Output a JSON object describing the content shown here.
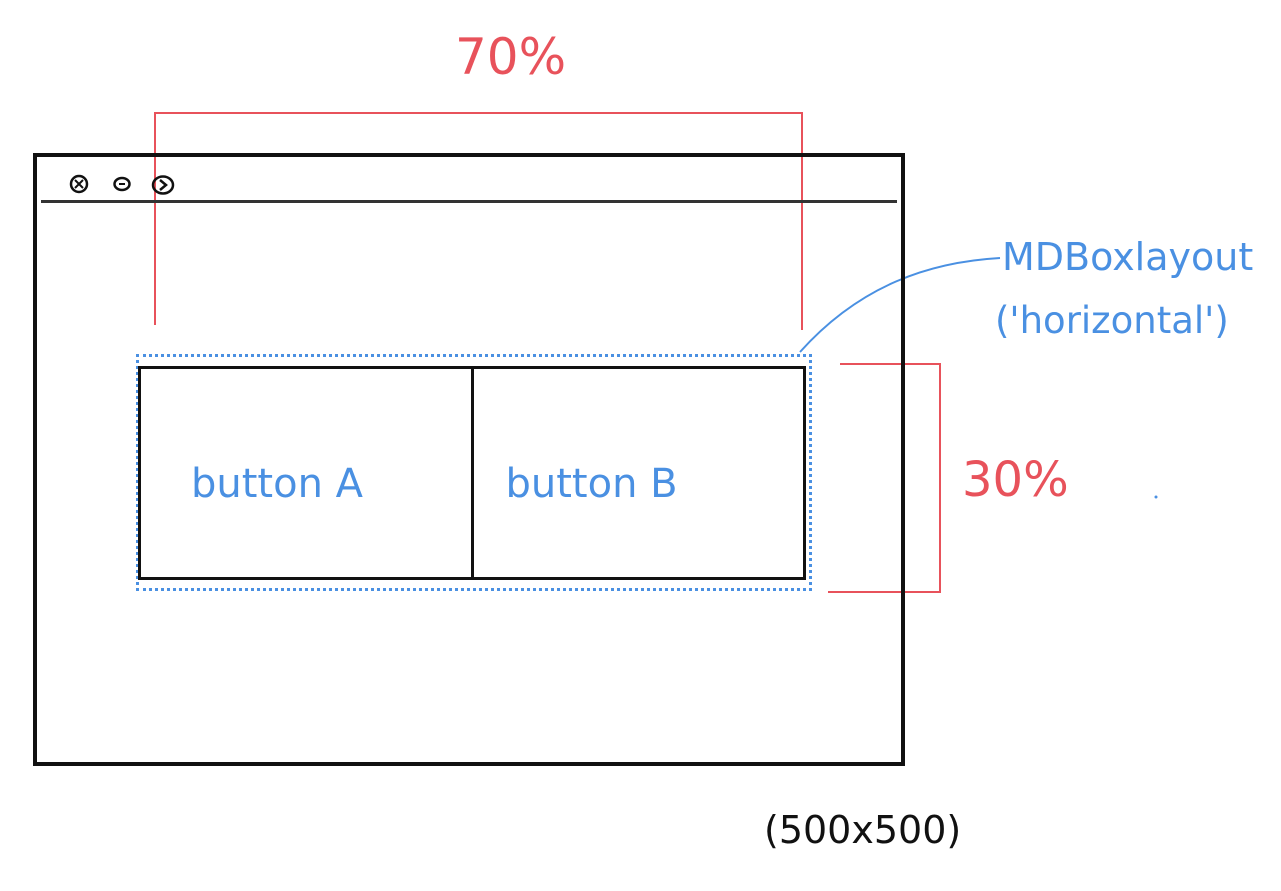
{
  "annotations": {
    "width_label": "70%",
    "height_label": "30%",
    "layout_name": "MDBoxlayout",
    "layout_orientation": "('horizontal')",
    "window_size": "(500x500)"
  },
  "window": {
    "controls": [
      "close-icon",
      "minimize-icon",
      "maximize-icon"
    ]
  },
  "buttons": [
    {
      "label": "button A"
    },
    {
      "label": "button B"
    }
  ],
  "colors": {
    "annotation_red": "#e8525b",
    "annotation_blue": "#4a90e2",
    "outline": "#111111"
  }
}
